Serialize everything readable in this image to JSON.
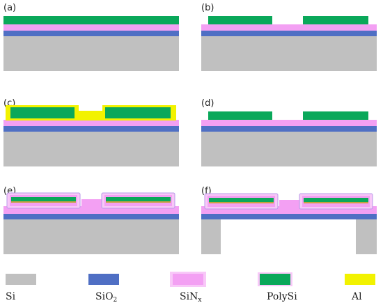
{
  "figure": {
    "panels": [
      {
        "label": "(a)",
        "step": "a"
      },
      {
        "label": "(b)",
        "step": "b"
      },
      {
        "label": "(c)",
        "step": "c"
      },
      {
        "label": "(d)",
        "step": "d"
      },
      {
        "label": "(e)",
        "step": "e"
      },
      {
        "label": "(f)",
        "step": "f"
      }
    ],
    "legend": [
      {
        "label": "Si",
        "sub": "",
        "after": "",
        "material": "si"
      },
      {
        "label": "SiO",
        "sub": "2",
        "after": "",
        "material": "sio2"
      },
      {
        "label": "SiN",
        "sub": "x",
        "after": "",
        "material": "sinx"
      },
      {
        "label": "PolySi",
        "sub": "",
        "after": "",
        "material": "polysi"
      },
      {
        "label": "Al",
        "sub": "",
        "after": "",
        "material": "al"
      }
    ],
    "colors": {
      "si": "#c0c0c0",
      "sio2": "#4f6fc4",
      "sinx": "#f3a0f3",
      "sinx_edge": "#f8c8f8",
      "polysi": "#0aa85a",
      "al": "#f2f200",
      "ochre": "#c8a040"
    }
  }
}
